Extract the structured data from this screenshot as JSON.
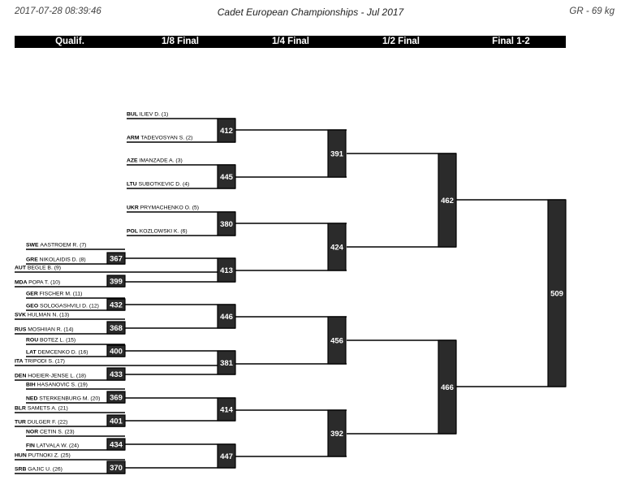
{
  "header": {
    "timestamp": "2017-07-28 08:39:46",
    "title": "Cadet European Championships - Jul 2017",
    "category": "GR - 69 kg"
  },
  "rounds": [
    "Qualif.",
    "1/8 Final",
    "1/4 Final",
    "1/2 Final",
    "Final 1-2"
  ],
  "athletes": [
    {
      "country": "BUL",
      "name": "ILIEV D. (1)"
    },
    {
      "country": "ARM",
      "name": "TADEVOSYAN S. (2)"
    },
    {
      "country": "AZE",
      "name": "IMANZADE A. (3)"
    },
    {
      "country": "LTU",
      "name": "SUBOTKEVIC D. (4)"
    },
    {
      "country": "UKR",
      "name": "PRYMACHENKO O. (5)"
    },
    {
      "country": "POL",
      "name": "KOZLOWSKI K. (6)"
    },
    {
      "country": "SWE",
      "name": "AASTROEM R. (7)"
    },
    {
      "country": "GRE",
      "name": "NIKOLAIDIS D. (8)"
    },
    {
      "country": "AUT",
      "name": "BEGLE B. (9)"
    },
    {
      "country": "MDA",
      "name": "POPA T. (10)"
    },
    {
      "country": "GER",
      "name": "FISCHER M. (11)"
    },
    {
      "country": "GEO",
      "name": "SOLOGASHVILI D. (12)"
    },
    {
      "country": "SVK",
      "name": "HULMAN N. (13)"
    },
    {
      "country": "RUS",
      "name": "MOSHIIAN R. (14)"
    },
    {
      "country": "ROU",
      "name": "BOTEZ L. (15)"
    },
    {
      "country": "LAT",
      "name": "DEMCENKO D. (16)"
    },
    {
      "country": "ITA",
      "name": "TRIPODI S. (17)"
    },
    {
      "country": "DEN",
      "name": "HOEIER-JENSE L. (18)"
    },
    {
      "country": "BIH",
      "name": "HASANOVIC S. (19)"
    },
    {
      "country": "NED",
      "name": "STERKENBURG M. (20)"
    },
    {
      "country": "BLR",
      "name": "SAMETS A. (21)"
    },
    {
      "country": "TUR",
      "name": "DULGER F. (22)"
    },
    {
      "country": "NOR",
      "name": "CETIN S. (23)"
    },
    {
      "country": "FIN",
      "name": "LATVALA W. (24)"
    },
    {
      "country": "HUN",
      "name": "PUTNOKI Z. (25)"
    },
    {
      "country": "SRB",
      "name": "GAJIC U. (26)"
    }
  ],
  "matches": {
    "qualif": [
      "367",
      "399",
      "432",
      "368",
      "400",
      "433",
      "369",
      "401",
      "434",
      "370"
    ],
    "eighth": [
      "412",
      "445",
      "380",
      "413",
      "446",
      "381",
      "414",
      "447"
    ],
    "quarter": [
      "391",
      "424",
      "456",
      "392"
    ],
    "semi": [
      "462",
      "466"
    ],
    "final": [
      "509"
    ]
  }
}
